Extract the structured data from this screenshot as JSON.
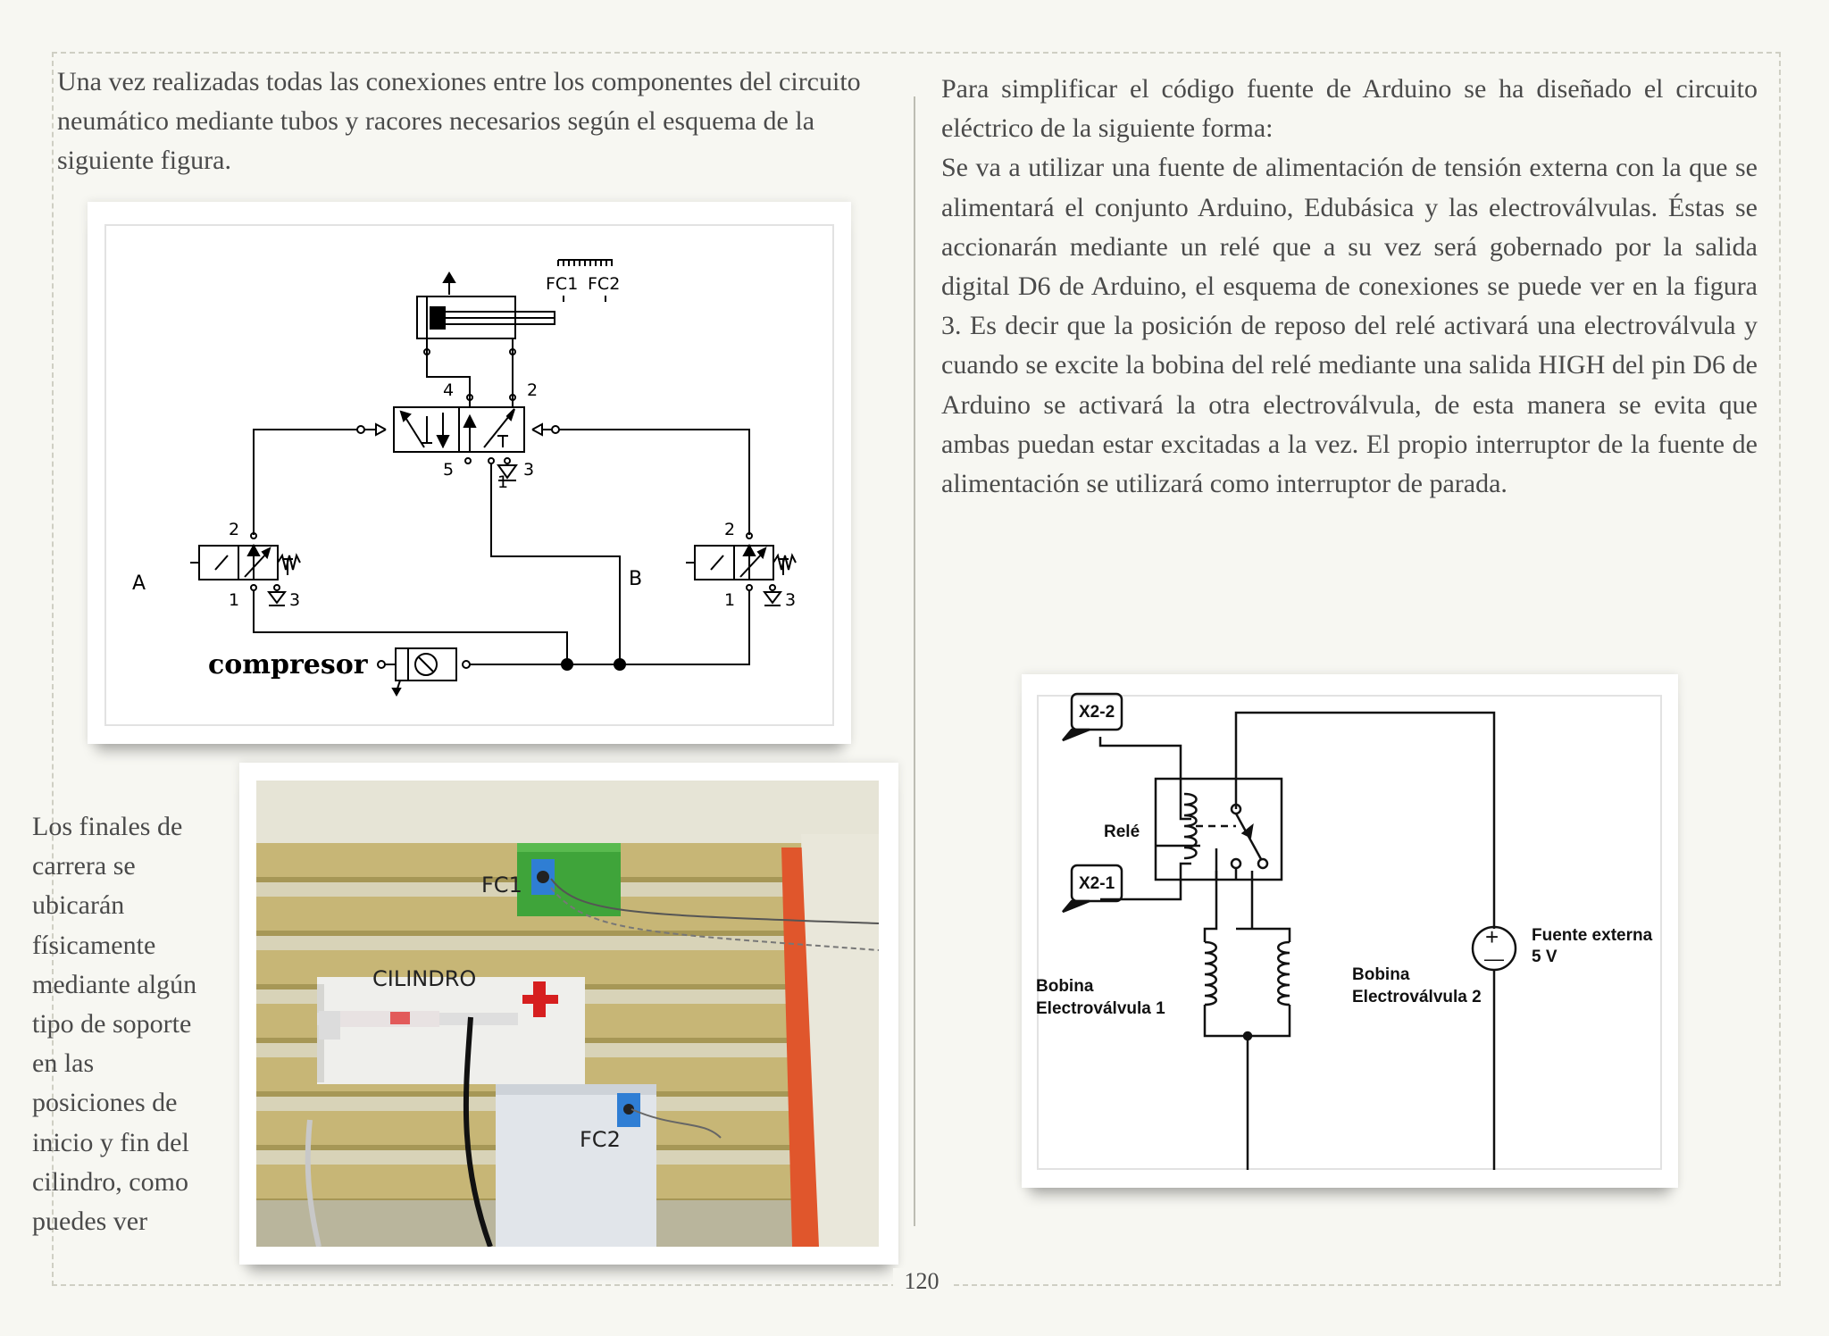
{
  "page": {
    "number": "120",
    "intro_paragraph": "Una vez realizadas todas las conexiones  entre los componentes del circuito neumático mediante tubos y racores necesarios según el esquema de la siguiente figura.",
    "right_paragraph_1": "Para simplificar el código fuente de Arduino se ha diseñado el circuito eléctrico de la siguiente forma:",
    "right_paragraph_2": "Se va a utilizar una fuente de alimentación de tensión externa con la que se alimentará el conjunto Arduino, Edubásica y las electroválvulas. Éstas se accionarán mediante un relé que a su vez será gobernado por la salida digital D6 de Arduino, el esquema de conexiones se puede ver en la figura 3. Es decir que la posición de reposo del relé activará una electroválvula y cuando se excite la bobina del relé  mediante una salida HIGH del pin D6 de Arduino se activará la otra electroválvula, de esta manera se evita que ambas puedan estar excitadas a la vez. El propio interruptor de la fuente de alimentación se utilizará como interruptor de parada.",
    "side_paragraph": "Los finales de carrera se ubicarán físicamente mediante algún tipo de soporte en las posiciones de inicio y fin del cilindro, como puedes ver"
  },
  "pneumatic_diagram": {
    "fc1": "FC1",
    "fc2": "FC2",
    "port_4": "4",
    "port_2": "2",
    "port_5": "5",
    "port_1": "1",
    "port_3": "3",
    "valve_a": "A",
    "valve_b": "B",
    "compressor": "compresor"
  },
  "photo": {
    "label_fc1": "FC1",
    "label_cilindro": "CILINDRO",
    "label_fc2": "FC2"
  },
  "electric_diagram": {
    "x2_2": "X2-2",
    "x2_1": "X2-1",
    "rele": "Relé",
    "coil_1_line1": "Bobina",
    "coil_1_line2": "Electroválvula 1",
    "coil_2_line1": "Bobina",
    "coil_2_line2": "Electroválvula 2",
    "source_line1": "Fuente externa",
    "source_line2": "5 V",
    "plus": "+",
    "minus": "—"
  }
}
